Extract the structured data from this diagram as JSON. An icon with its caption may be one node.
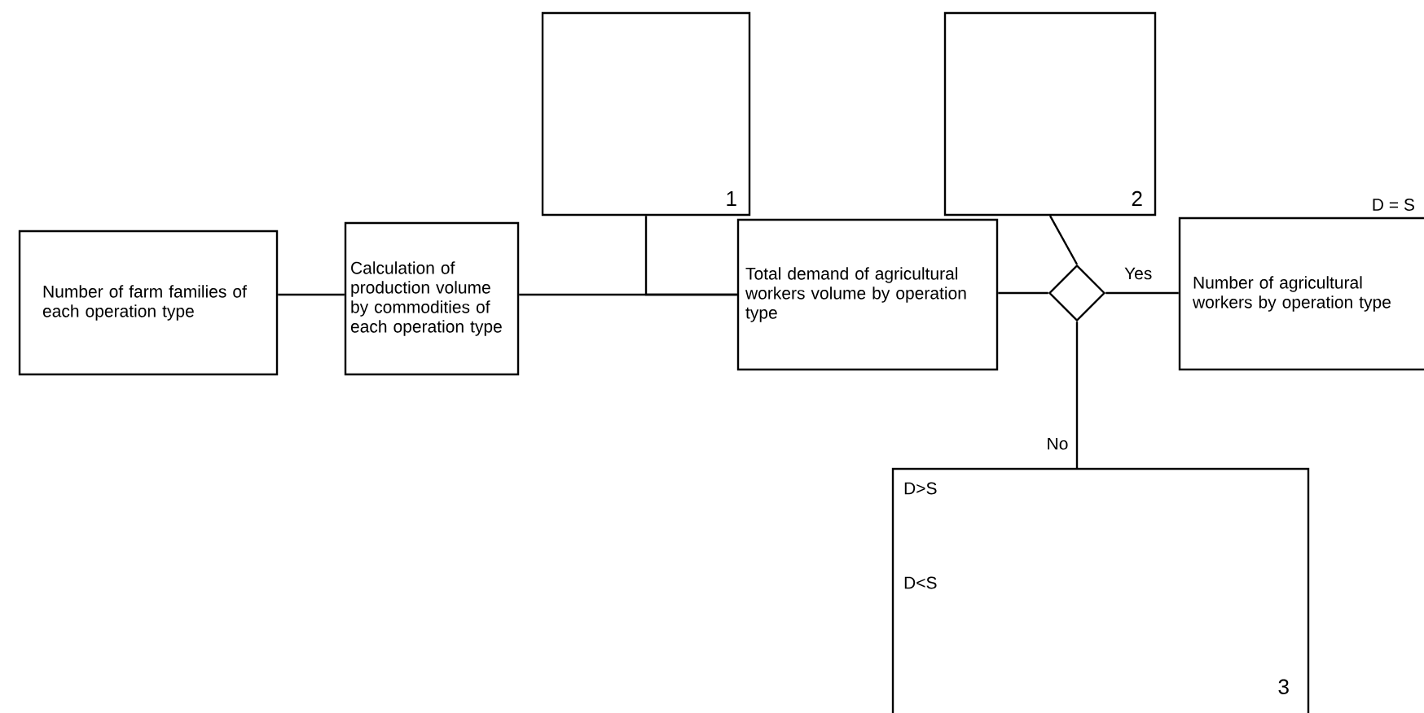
{
  "diagram": {
    "nodes": [
      {
        "text": [
          "Number of farm families of each operation type"
        ]
      },
      {
        "text": [
          "Calculation of production volume by commodities of each operation type"
        ]
      },
      {
        "text": [
          "1"
        ]
      },
      {
        "text": [
          "Total demand of agricultural workers volume by operation type"
        ]
      },
      {
        "text": [
          "2"
        ]
      },
      {
        "text": [],
        "shape": "diamond"
      },
      {
        "text": [
          "Number of agricultural workers by operation type"
        ],
        "beside": [
          "D = S"
        ]
      },
      {
        "text": [
          "D>S",
          "D<S",
          "3"
        ]
      }
    ],
    "edges": [
      {
        "from": 0,
        "to": 1,
        "arrow": "none"
      },
      {
        "from": 1,
        "to": 3,
        "arrow": "none"
      },
      {
        "from": 2,
        "to": 3,
        "arrow": "none"
      },
      {
        "from": 3,
        "to": 5,
        "arrow": "none"
      },
      {
        "from": 4,
        "to": 5,
        "arrow": "none"
      },
      {
        "from": 5,
        "to": 6,
        "arrow": "none",
        "label": "Yes"
      },
      {
        "from": 5,
        "to": 7,
        "arrow": "none",
        "label": "No"
      }
    ]
  }
}
